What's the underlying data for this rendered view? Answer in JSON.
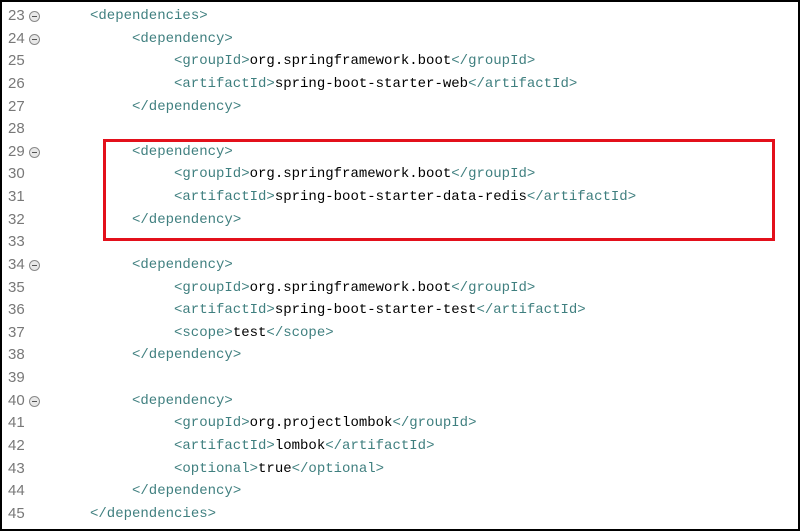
{
  "editor": {
    "highlight_color": "#e3101b",
    "tag_color": "#3f7f7f",
    "highlighted_lines": [
      29,
      32
    ],
    "lines": [
      {
        "num": "23",
        "fold": true,
        "indent": 1,
        "segs": [
          [
            "tag",
            "<dependencies>"
          ]
        ]
      },
      {
        "num": "24",
        "fold": true,
        "indent": 2,
        "segs": [
          [
            "tag",
            "<dependency>"
          ]
        ]
      },
      {
        "num": "25",
        "indent": 3,
        "segs": [
          [
            "tag",
            "<groupId>"
          ],
          [
            "txt",
            "org.springframework.boot"
          ],
          [
            "tag",
            "</groupId>"
          ]
        ]
      },
      {
        "num": "26",
        "indent": 3,
        "segs": [
          [
            "tag",
            "<artifactId>"
          ],
          [
            "txt",
            "spring-boot-starter-web"
          ],
          [
            "tag",
            "</artifactId>"
          ]
        ]
      },
      {
        "num": "27",
        "indent": 2,
        "segs": [
          [
            "tag",
            "</dependency>"
          ]
        ]
      },
      {
        "num": "28",
        "indent": 0,
        "segs": []
      },
      {
        "num": "29",
        "fold": true,
        "indent": 2,
        "segs": [
          [
            "tag",
            "<dependency>"
          ]
        ]
      },
      {
        "num": "30",
        "indent": 3,
        "segs": [
          [
            "tag",
            "<groupId>"
          ],
          [
            "txt",
            "org.springframework.boot"
          ],
          [
            "tag",
            "</groupId>"
          ]
        ]
      },
      {
        "num": "31",
        "indent": 3,
        "segs": [
          [
            "tag",
            "<artifactId>"
          ],
          [
            "txt",
            "spring-boot-starter-data-redis"
          ],
          [
            "tag",
            "</artifactId>"
          ]
        ]
      },
      {
        "num": "32",
        "indent": 2,
        "segs": [
          [
            "tag",
            "</dependency>"
          ]
        ]
      },
      {
        "num": "33",
        "indent": 0,
        "segs": []
      },
      {
        "num": "34",
        "fold": true,
        "indent": 2,
        "segs": [
          [
            "tag",
            "<dependency>"
          ]
        ]
      },
      {
        "num": "35",
        "indent": 3,
        "segs": [
          [
            "tag",
            "<groupId>"
          ],
          [
            "txt",
            "org.springframework.boot"
          ],
          [
            "tag",
            "</groupId>"
          ]
        ]
      },
      {
        "num": "36",
        "indent": 3,
        "segs": [
          [
            "tag",
            "<artifactId>"
          ],
          [
            "txt",
            "spring-boot-starter-test"
          ],
          [
            "tag",
            "</artifactId>"
          ]
        ]
      },
      {
        "num": "37",
        "indent": 3,
        "segs": [
          [
            "tag",
            "<scope>"
          ],
          [
            "txt",
            "test"
          ],
          [
            "tag",
            "</scope>"
          ]
        ]
      },
      {
        "num": "38",
        "indent": 2,
        "segs": [
          [
            "tag",
            "</dependency>"
          ]
        ]
      },
      {
        "num": "39",
        "indent": 0,
        "segs": []
      },
      {
        "num": "40",
        "fold": true,
        "indent": 2,
        "segs": [
          [
            "tag",
            "<dependency>"
          ]
        ]
      },
      {
        "num": "41",
        "indent": 3,
        "segs": [
          [
            "tag",
            "<groupId>"
          ],
          [
            "txt",
            "org.projectlombok"
          ],
          [
            "tag",
            "</groupId>"
          ]
        ]
      },
      {
        "num": "42",
        "indent": 3,
        "segs": [
          [
            "tag",
            "<artifactId>"
          ],
          [
            "txt",
            "lombok"
          ],
          [
            "tag",
            "</artifactId>"
          ]
        ]
      },
      {
        "num": "43",
        "indent": 3,
        "segs": [
          [
            "tag",
            "<optional>"
          ],
          [
            "txt",
            "true"
          ],
          [
            "tag",
            "</optional>"
          ]
        ]
      },
      {
        "num": "44",
        "indent": 2,
        "segs": [
          [
            "tag",
            "</dependency>"
          ]
        ]
      },
      {
        "num": "45",
        "indent": 1,
        "segs": [
          [
            "tag",
            "</dependencies>"
          ]
        ]
      }
    ]
  }
}
